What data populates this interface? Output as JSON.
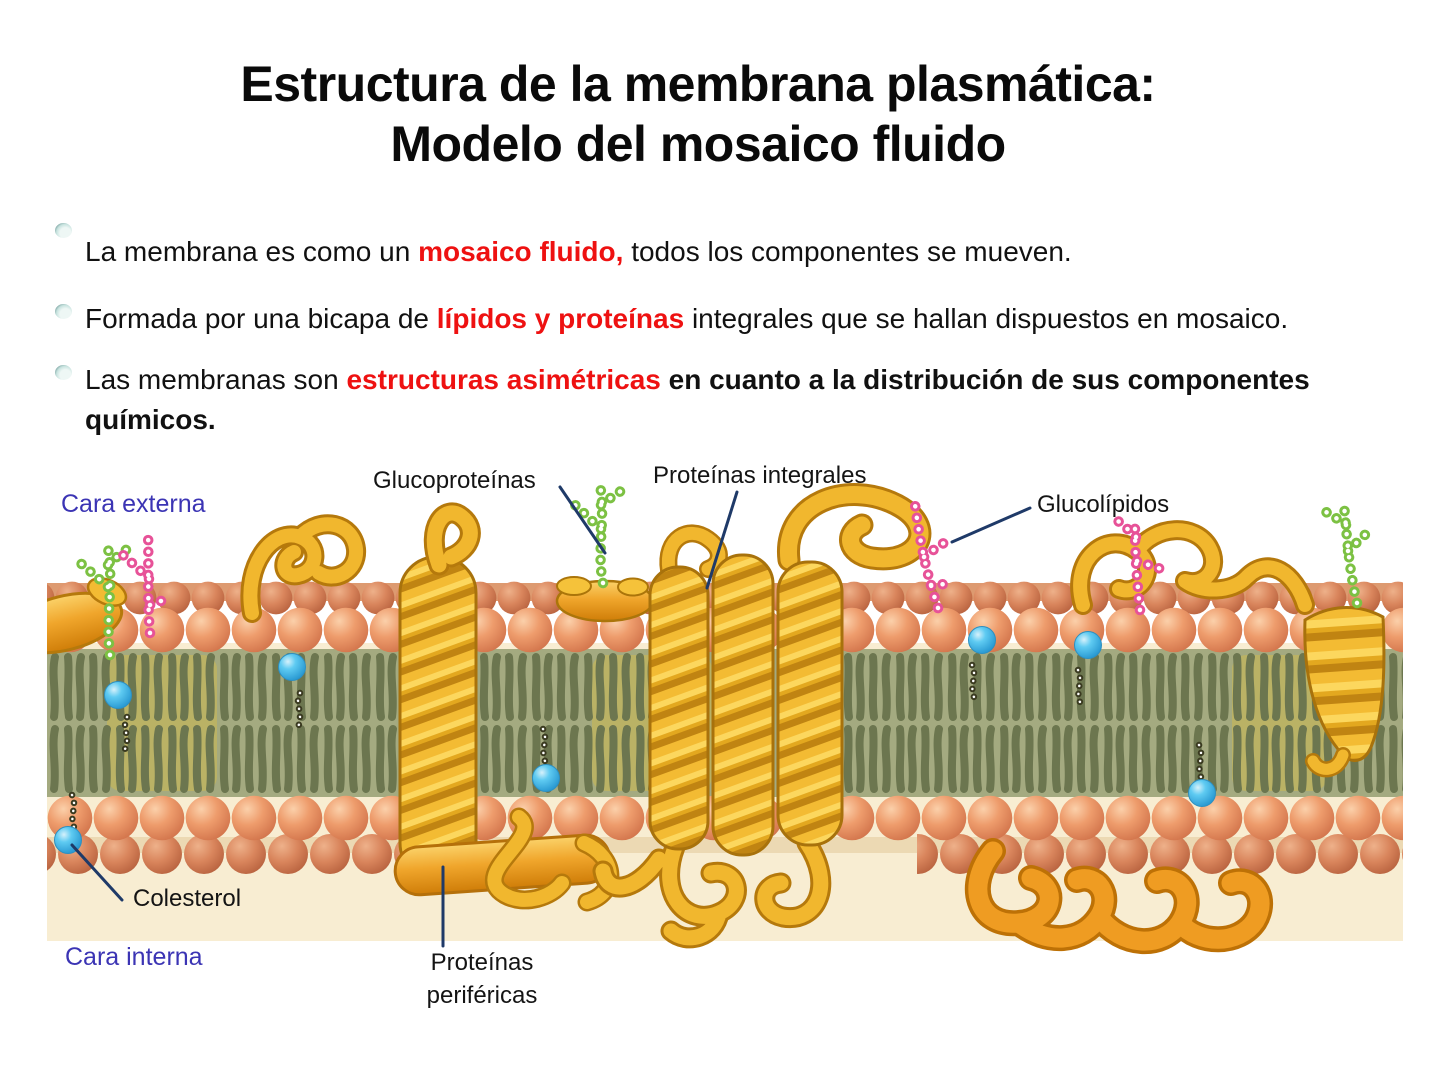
{
  "title": {
    "line1": "Estructura de la membrana plasmática:",
    "line2": "Modelo del mosaico fluido"
  },
  "bullets": [
    {
      "pre": "La membrana es como un ",
      "highlight": "mosaico fluido, ",
      "post": " todos los componentes se mueven."
    },
    {
      "pre": "Formada por una bicapa de  ",
      "highlight": "lípidos y  proteínas",
      "post": " integrales  que se hallan dispuestos en mosaico."
    },
    {
      "pre": "Las membranas son ",
      "highlight": "estructuras asimétricas",
      "post": " en cuanto a la distribución de sus componentes",
      "post2": "químicos."
    }
  ],
  "diagram": {
    "labels": {
      "cara_externa": "Cara externa",
      "glucoproteinas": "Glucoproteínas",
      "proteinas_integrales": "Proteínas integrales",
      "glucolipidos": "Glucolípidos",
      "colesterol": "Colesterol",
      "cara_interna": "Cara interna",
      "proteinas_perifericas_1": "Proteínas",
      "proteinas_perifericas_2": "periféricas"
    }
  },
  "colors": {
    "highlight_red": "#ee1111",
    "face_label_blue": "#3b34b4",
    "leader_line_navy": "#1f3a68",
    "lipid_head_orange": "#ec9468",
    "tail_olive": "#6c764f",
    "interior_olive": "#a4aa80",
    "protein_gold": "#f1b72e",
    "peripheral_orange": "#ef9c22",
    "glyco_green": "#7cc143",
    "glyco_pink": "#e75298",
    "cholesterol_blue": "#3fbcee",
    "cytoplasm_beige": "#f8edd2"
  }
}
